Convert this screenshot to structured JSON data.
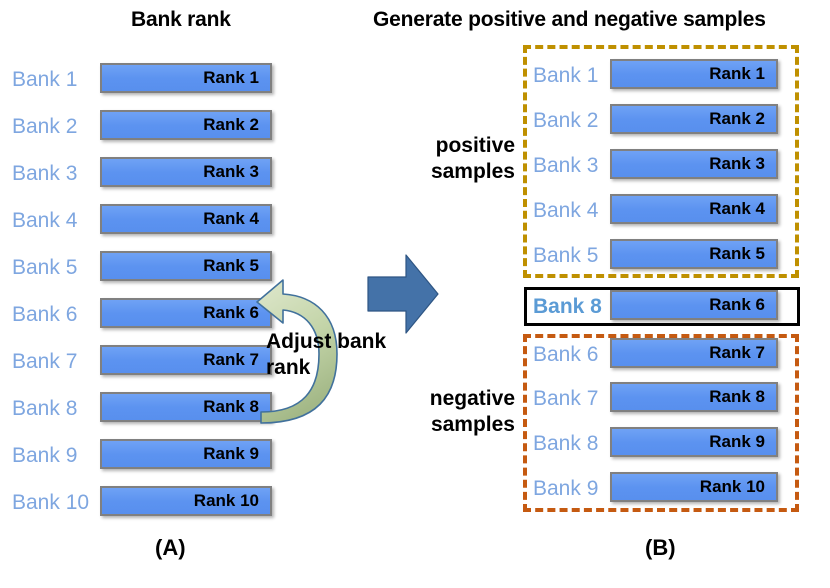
{
  "panels": {
    "a": {
      "title": "Bank rank",
      "caption": "(A)",
      "rows": [
        {
          "bank": "Bank 1",
          "rank": "Rank 1"
        },
        {
          "bank": "Bank 2",
          "rank": "Rank 2"
        },
        {
          "bank": "Bank 3",
          "rank": "Rank 3"
        },
        {
          "bank": "Bank 4",
          "rank": "Rank 4"
        },
        {
          "bank": "Bank 5",
          "rank": "Rank 5"
        },
        {
          "bank": "Bank 6",
          "rank": "Rank 6"
        },
        {
          "bank": "Bank 7",
          "rank": "Rank 7"
        },
        {
          "bank": "Bank 8",
          "rank": "Rank 8"
        },
        {
          "bank": "Bank 9",
          "rank": "Rank 9"
        },
        {
          "bank": "Bank 10",
          "rank": "Rank 10"
        }
      ]
    },
    "b": {
      "title": "Generate positive and negative samples",
      "caption": "(B)",
      "positive_label": "positive\nsamples",
      "positive_label_line1": "positive",
      "positive_label_line2": "samples",
      "negative_label_line1": "negative",
      "negative_label_line2": "samples",
      "positive_rows": [
        {
          "bank": "Bank 1",
          "rank": "Rank 1"
        },
        {
          "bank": "Bank 2",
          "rank": "Rank 2"
        },
        {
          "bank": "Bank 3",
          "rank": "Rank 3"
        },
        {
          "bank": "Bank 4",
          "rank": "Rank 4"
        },
        {
          "bank": "Bank 5",
          "rank": "Rank 5"
        }
      ],
      "highlight_row": {
        "bank": "Bank 8",
        "rank": "Rank 6"
      },
      "negative_rows": [
        {
          "bank": "Bank 6",
          "rank": "Rank 7"
        },
        {
          "bank": "Bank 7",
          "rank": "Rank 8"
        },
        {
          "bank": "Bank 8",
          "rank": "Rank 9"
        },
        {
          "bank": "Bank 9",
          "rank": "Rank 10"
        }
      ]
    }
  },
  "annotations": {
    "adjust_line1": "Adjust bank",
    "adjust_line2": "rank"
  },
  "colors": {
    "bar_fill": "#5C93F0",
    "bar_border": "#808080",
    "bank_label": "#7EA6E0",
    "bank_label_emphasis": "#5B9BD5",
    "positive_box_border": "#BF9000",
    "negative_box_border": "#C55A11",
    "highlight_box_border": "#000000",
    "big_arrow_fill": "#4472A8",
    "curved_arrow_fill": "#B8CC9C",
    "curved_arrow_stroke": "#41719C",
    "text": "#000000",
    "background": "#FFFFFF"
  }
}
